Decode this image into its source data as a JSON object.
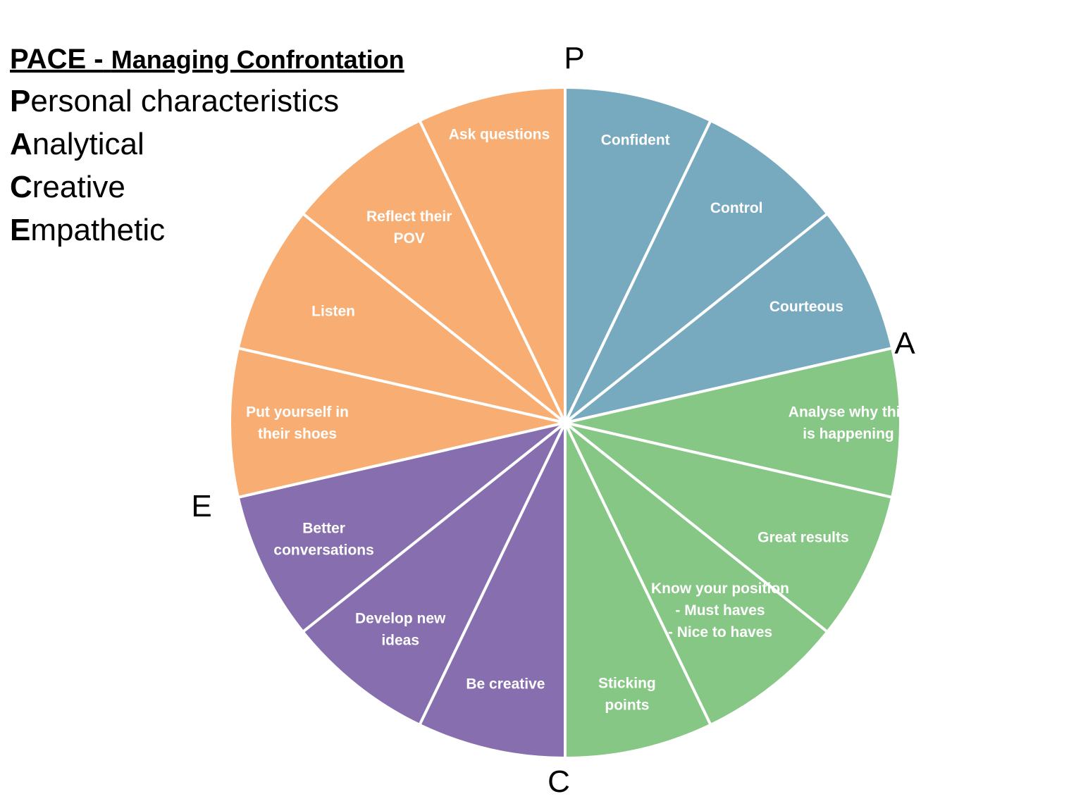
{
  "heading": {
    "title_main": "PACE -",
    "title_sub": "Managing Confrontation",
    "lines": [
      {
        "initial": "P",
        "rest": "ersonal characteristics"
      },
      {
        "initial": "A",
        "rest": "nalytical"
      },
      {
        "initial": "C",
        "rest": "reative"
      },
      {
        "initial": "E",
        "rest": "mpathetic"
      }
    ]
  },
  "colors": {
    "P": "#77aabf",
    "A": "#87c785",
    "C": "#876eae",
    "E": "#f8ae72",
    "divider": "#ffffff"
  },
  "wheel_letters": {
    "top": "P",
    "right": "A",
    "bottom": "C",
    "left": "E"
  },
  "segments": [
    {
      "group": "P",
      "lines": [
        "Confident"
      ]
    },
    {
      "group": "P",
      "lines": [
        "Control"
      ]
    },
    {
      "group": "P",
      "lines": [
        "Courteous"
      ]
    },
    {
      "group": "A",
      "lines": [
        "Analyse why this",
        "is happening"
      ]
    },
    {
      "group": "A",
      "lines": [
        "Great results"
      ]
    },
    {
      "group": "A",
      "lines": [
        "Know your position",
        "- Must haves",
        "- Nice to haves"
      ]
    },
    {
      "group": "A",
      "lines": [
        "Sticking",
        "points"
      ]
    },
    {
      "group": "C",
      "lines": [
        "Be creative"
      ]
    },
    {
      "group": "C",
      "lines": [
        "Develop new",
        "ideas"
      ]
    },
    {
      "group": "C",
      "lines": [
        "Better",
        "conversations"
      ]
    },
    {
      "group": "E",
      "lines": [
        "Put yourself in",
        "their shoes"
      ]
    },
    {
      "group": "E",
      "lines": [
        "Listen"
      ]
    },
    {
      "group": "E",
      "lines": [
        "Reflect their",
        "POV"
      ]
    },
    {
      "group": "E",
      "lines": [
        "Ask questions"
      ]
    }
  ]
}
